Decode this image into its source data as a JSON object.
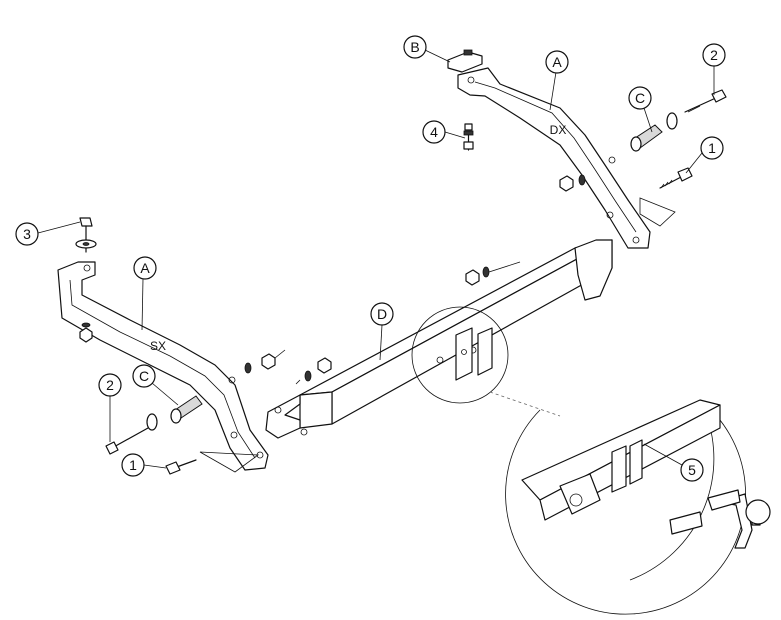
{
  "callouts": {
    "a_right": "A",
    "a_left": "A",
    "b": "B",
    "c_right": "C",
    "c_left": "C",
    "d": "D",
    "one_right": "1",
    "one_left": "1",
    "two_right": "2",
    "two_left": "2",
    "three": "3",
    "four": "4",
    "five": "5"
  },
  "side_labels": {
    "right_bracket": "DX",
    "left_bracket": "SX"
  }
}
